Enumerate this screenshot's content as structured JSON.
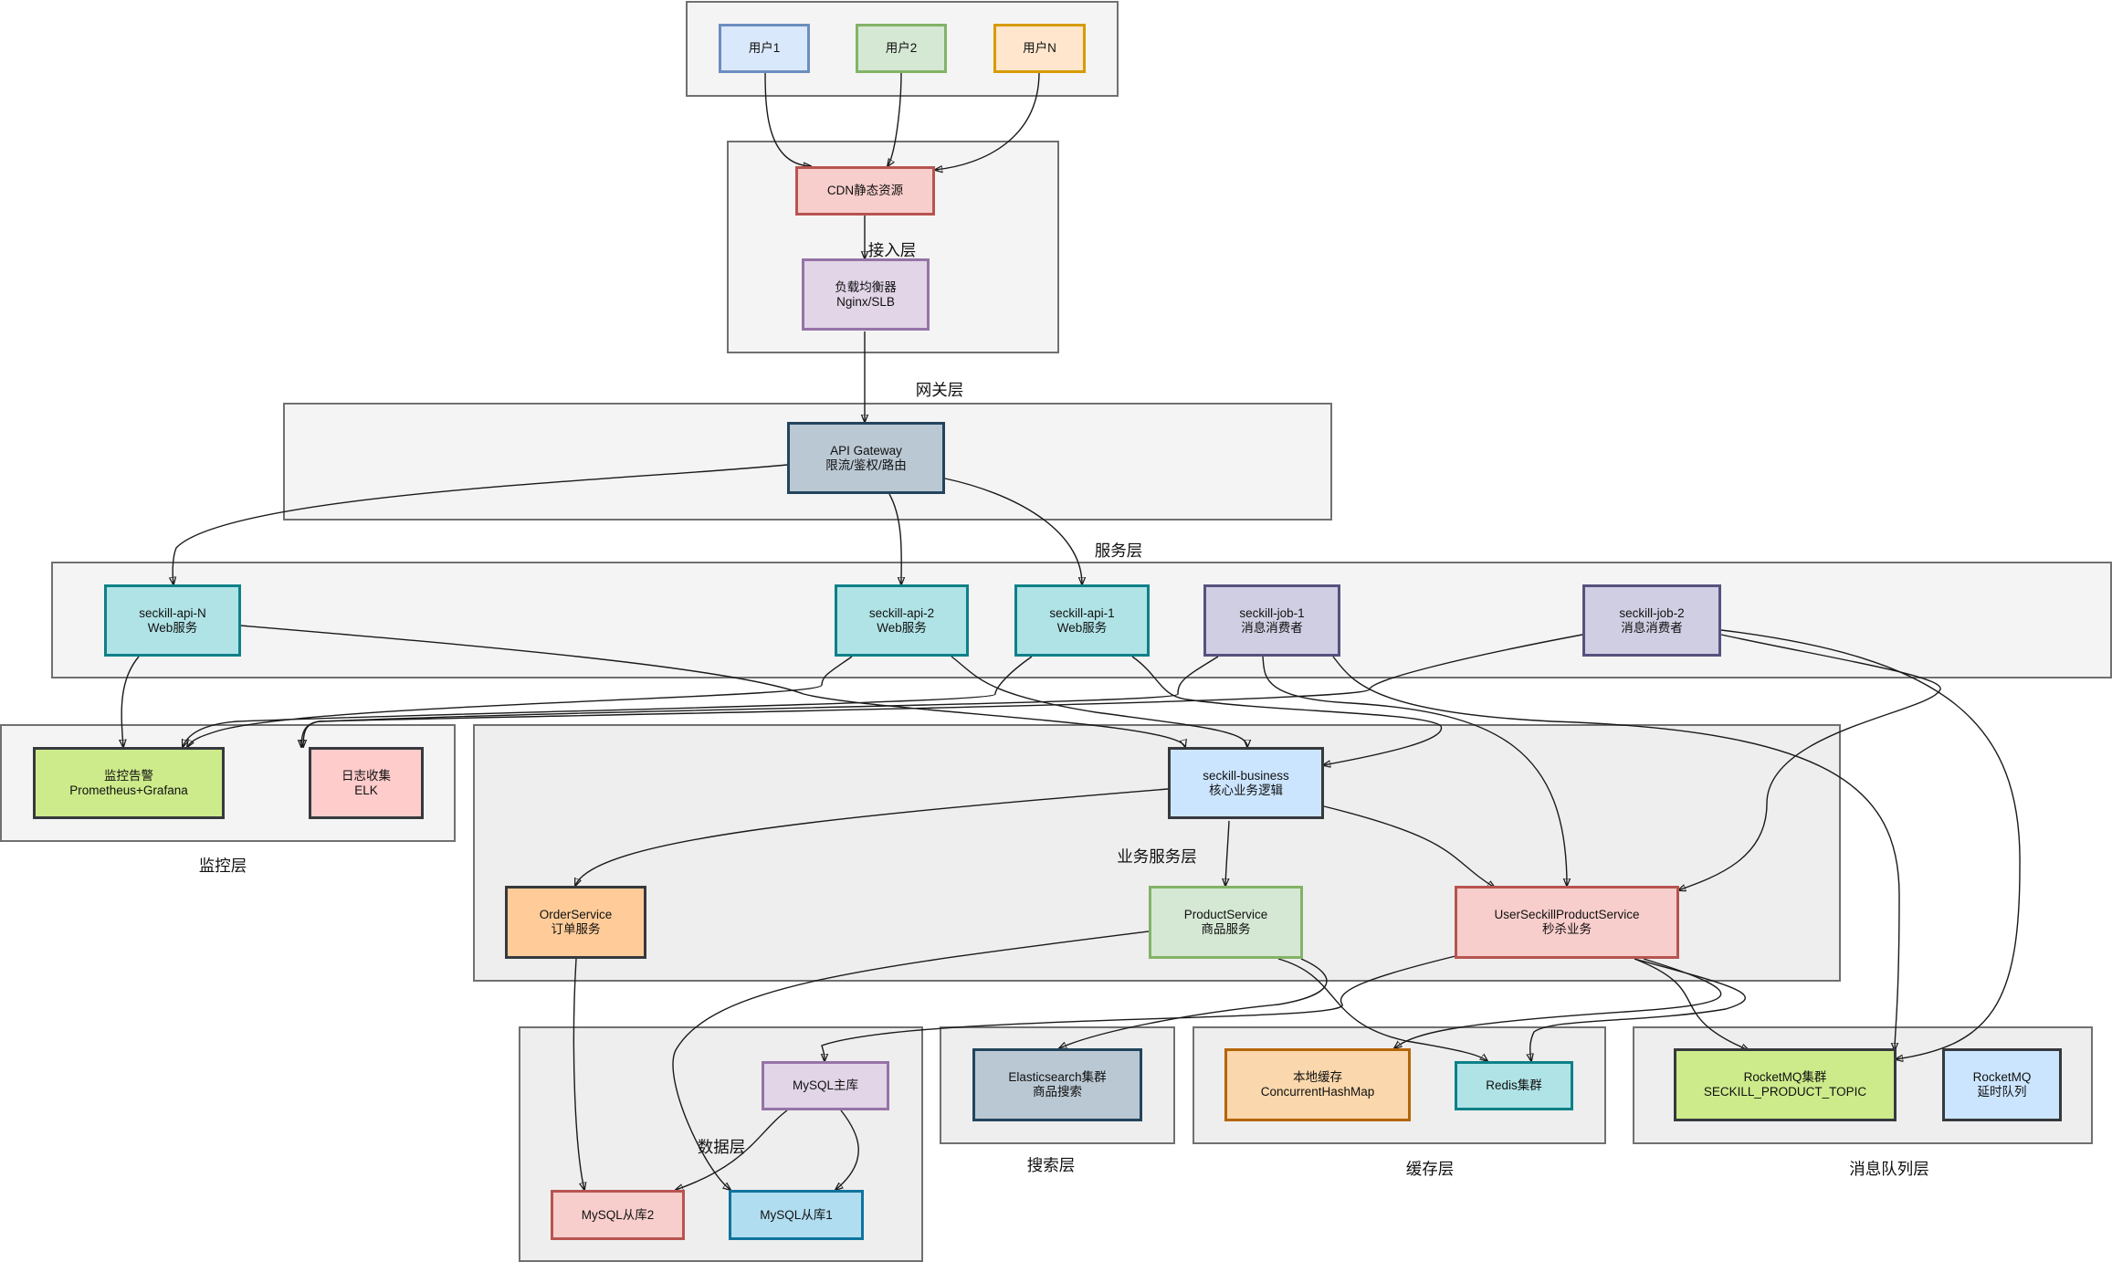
{
  "labels": {
    "access": "接入层",
    "gateway": "网关层",
    "service": "服务层",
    "monitor": "监控层",
    "business": "业务服务层",
    "data": "数据层",
    "search": "搜索层",
    "cache": "缓存层",
    "mq": "消息队列层"
  },
  "nodes": {
    "user1": [
      "用户1"
    ],
    "user2": [
      "用户2"
    ],
    "userN": [
      "用户N"
    ],
    "cdn": [
      "CDN静态资源"
    ],
    "lb": [
      "负载均衡器",
      "Nginx/SLB"
    ],
    "gateway": [
      "API Gateway",
      "限流/鉴权/路由"
    ],
    "api_n": [
      "seckill-api-N",
      "Web服务"
    ],
    "api_2": [
      "seckill-api-2",
      "Web服务"
    ],
    "api_1": [
      "seckill-api-1",
      "Web服务"
    ],
    "job_1": [
      "seckill-job-1",
      "消息消费者"
    ],
    "job_2": [
      "seckill-job-2",
      "消息消费者"
    ],
    "monitor": [
      "监控告警",
      "Prometheus+Grafana"
    ],
    "log": [
      "日志收集",
      "ELK"
    ],
    "business": [
      "seckill-business",
      "核心业务逻辑"
    ],
    "order": [
      "OrderService",
      "订单服务"
    ],
    "product": [
      "ProductService",
      "商品服务"
    ],
    "userseckill": [
      "UserSeckillProductService",
      "秒杀业务"
    ],
    "mysql_master": [
      "MySQL主库"
    ],
    "mysql_slave2": [
      "MySQL从库2"
    ],
    "mysql_slave1": [
      "MySQL从库1"
    ],
    "es": [
      "Elasticsearch集群",
      "商品搜索"
    ],
    "local_cache": [
      "本地缓存",
      "ConcurrentHashMap"
    ],
    "redis": [
      "Redis集群"
    ],
    "rocketmq": [
      "RocketMQ集群",
      "SECKILL_PRODUCT_TOPIC"
    ],
    "rocketmq_delay": [
      "RocketMQ",
      "延时队列"
    ]
  }
}
